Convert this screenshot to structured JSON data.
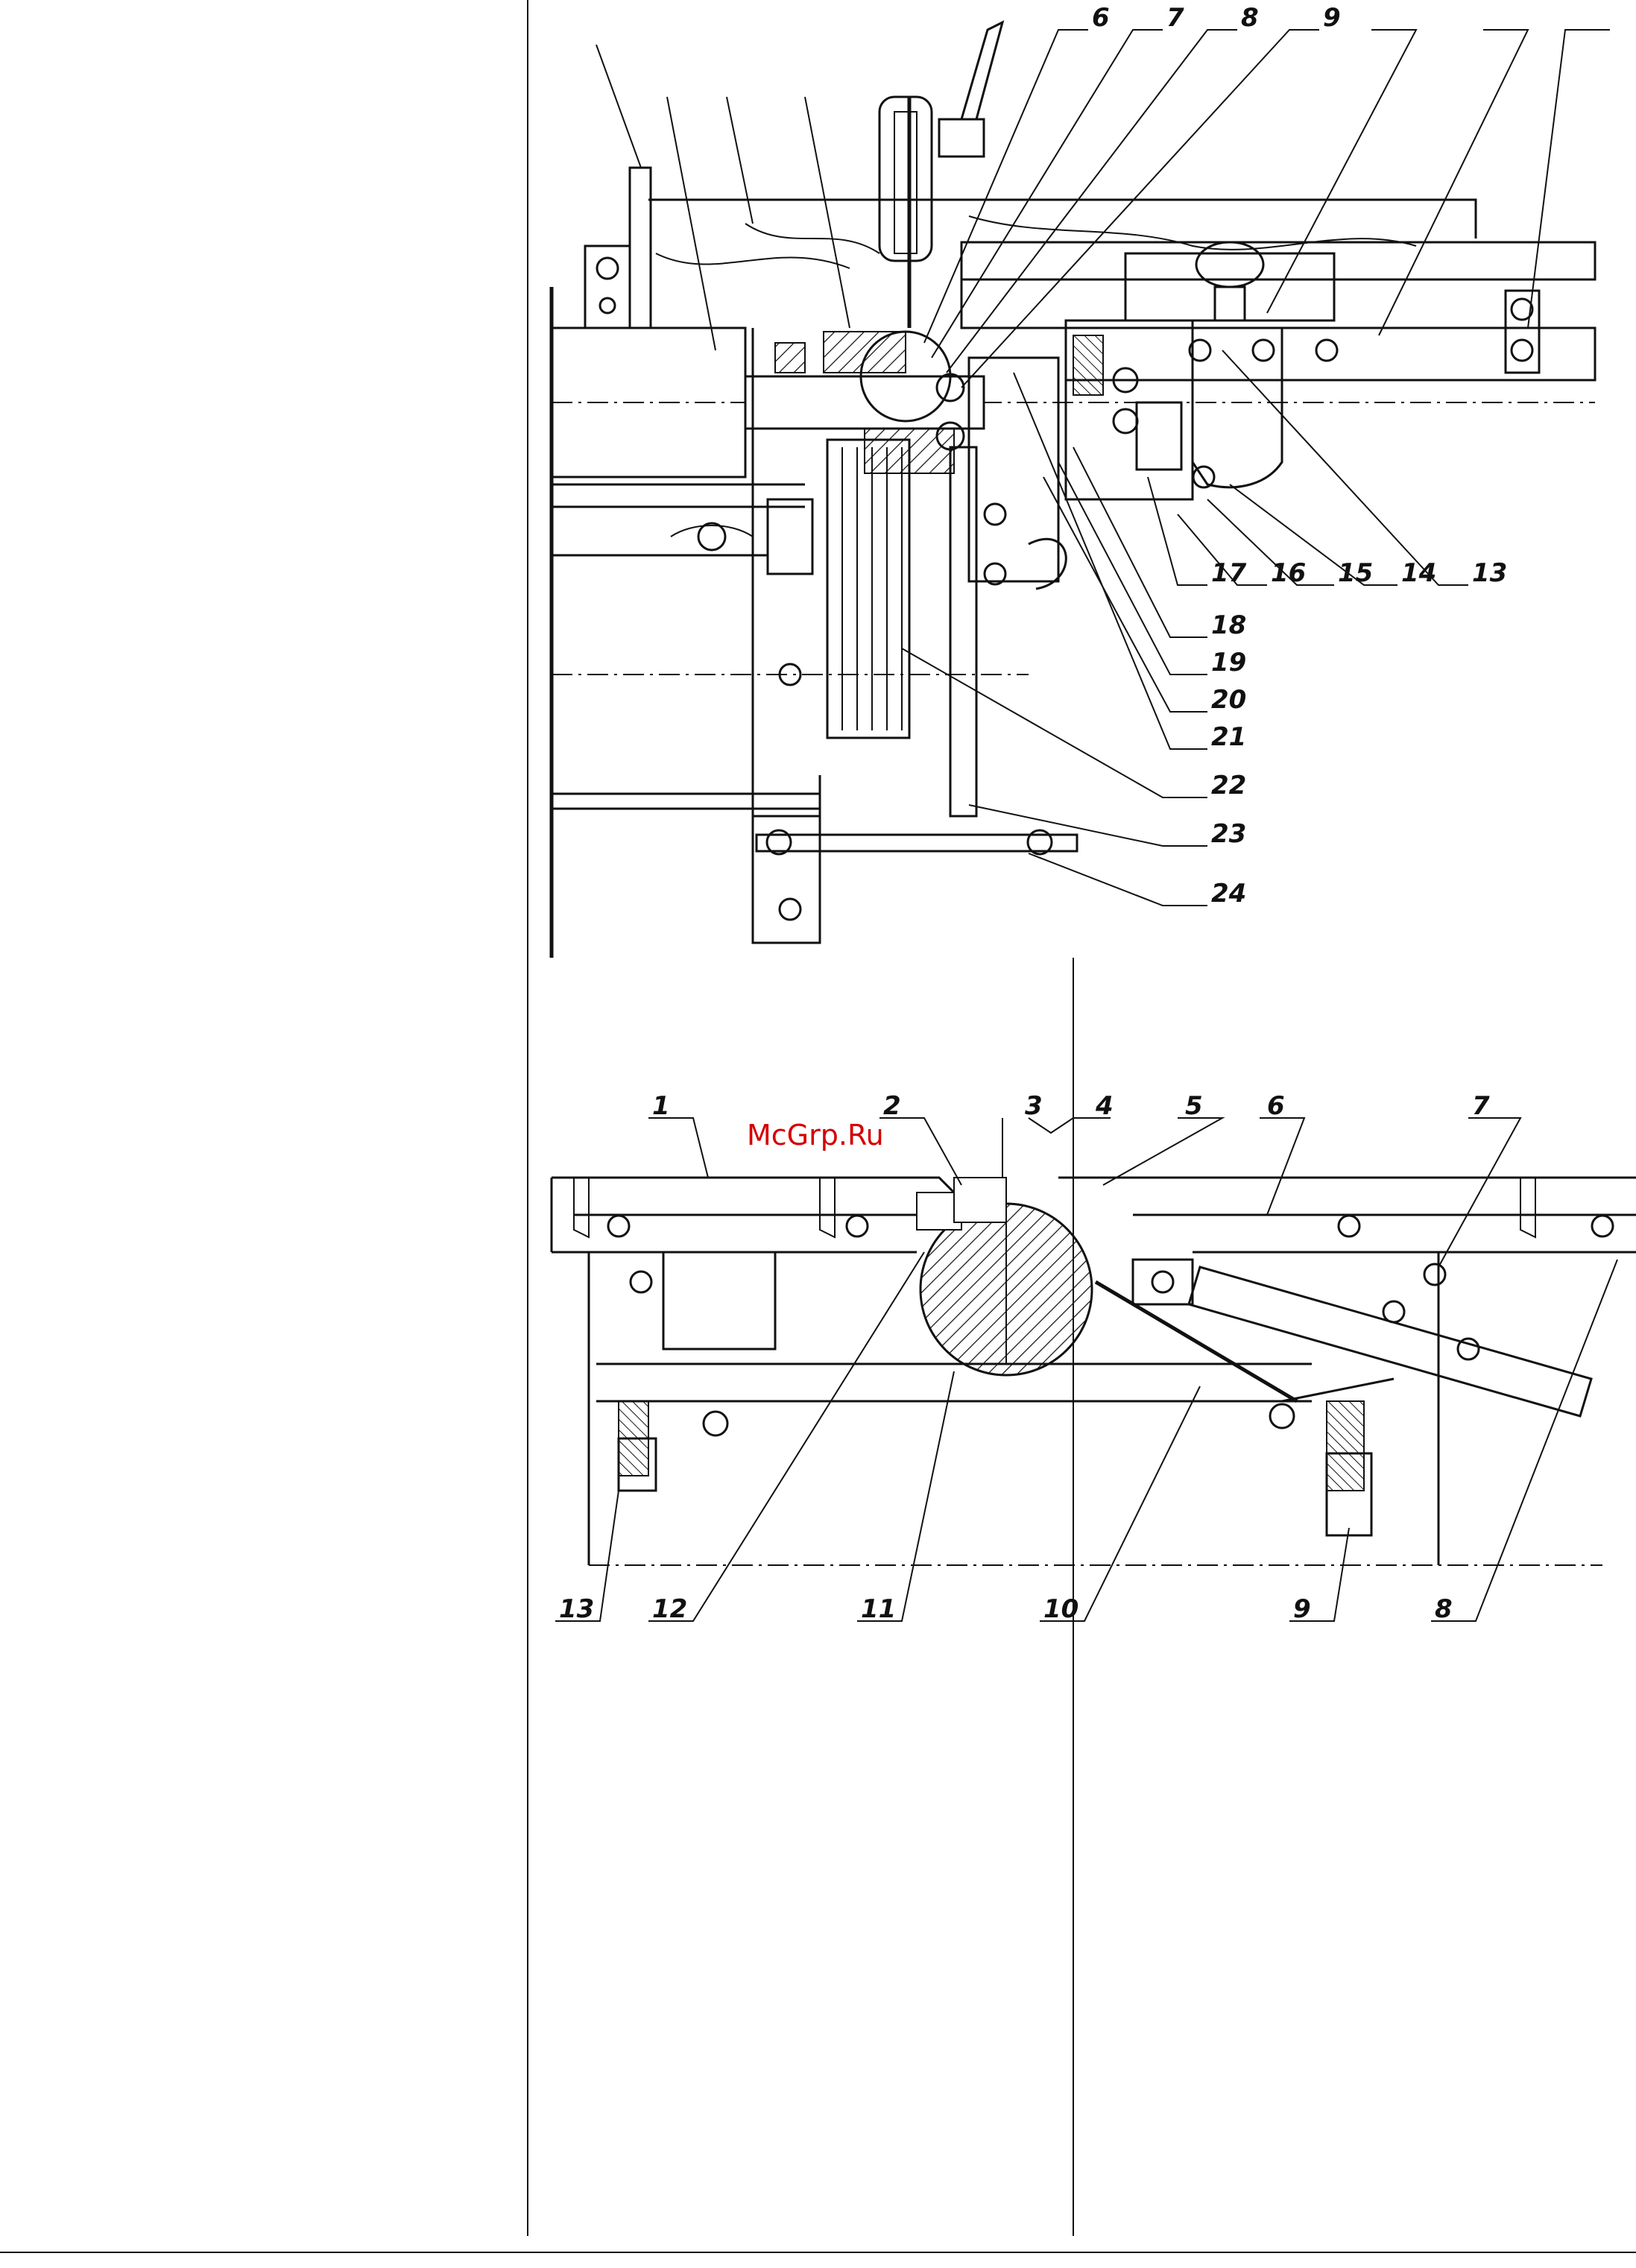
{
  "watermark": "McGrp.Ru",
  "colors": {
    "ink": "#111111",
    "watermark": "#d40000",
    "background": "#ffffff"
  },
  "top_drawing": {
    "callouts": [
      "6",
      "7",
      "8",
      "9",
      "13",
      "14",
      "15",
      "16",
      "17",
      "18",
      "19",
      "20",
      "21",
      "22",
      "23",
      "24"
    ]
  },
  "bottom_drawing": {
    "callouts": [
      "1",
      "2",
      "3",
      "4",
      "5",
      "6",
      "7",
      "8",
      "9",
      "10",
      "11",
      "12",
      "13"
    ]
  }
}
